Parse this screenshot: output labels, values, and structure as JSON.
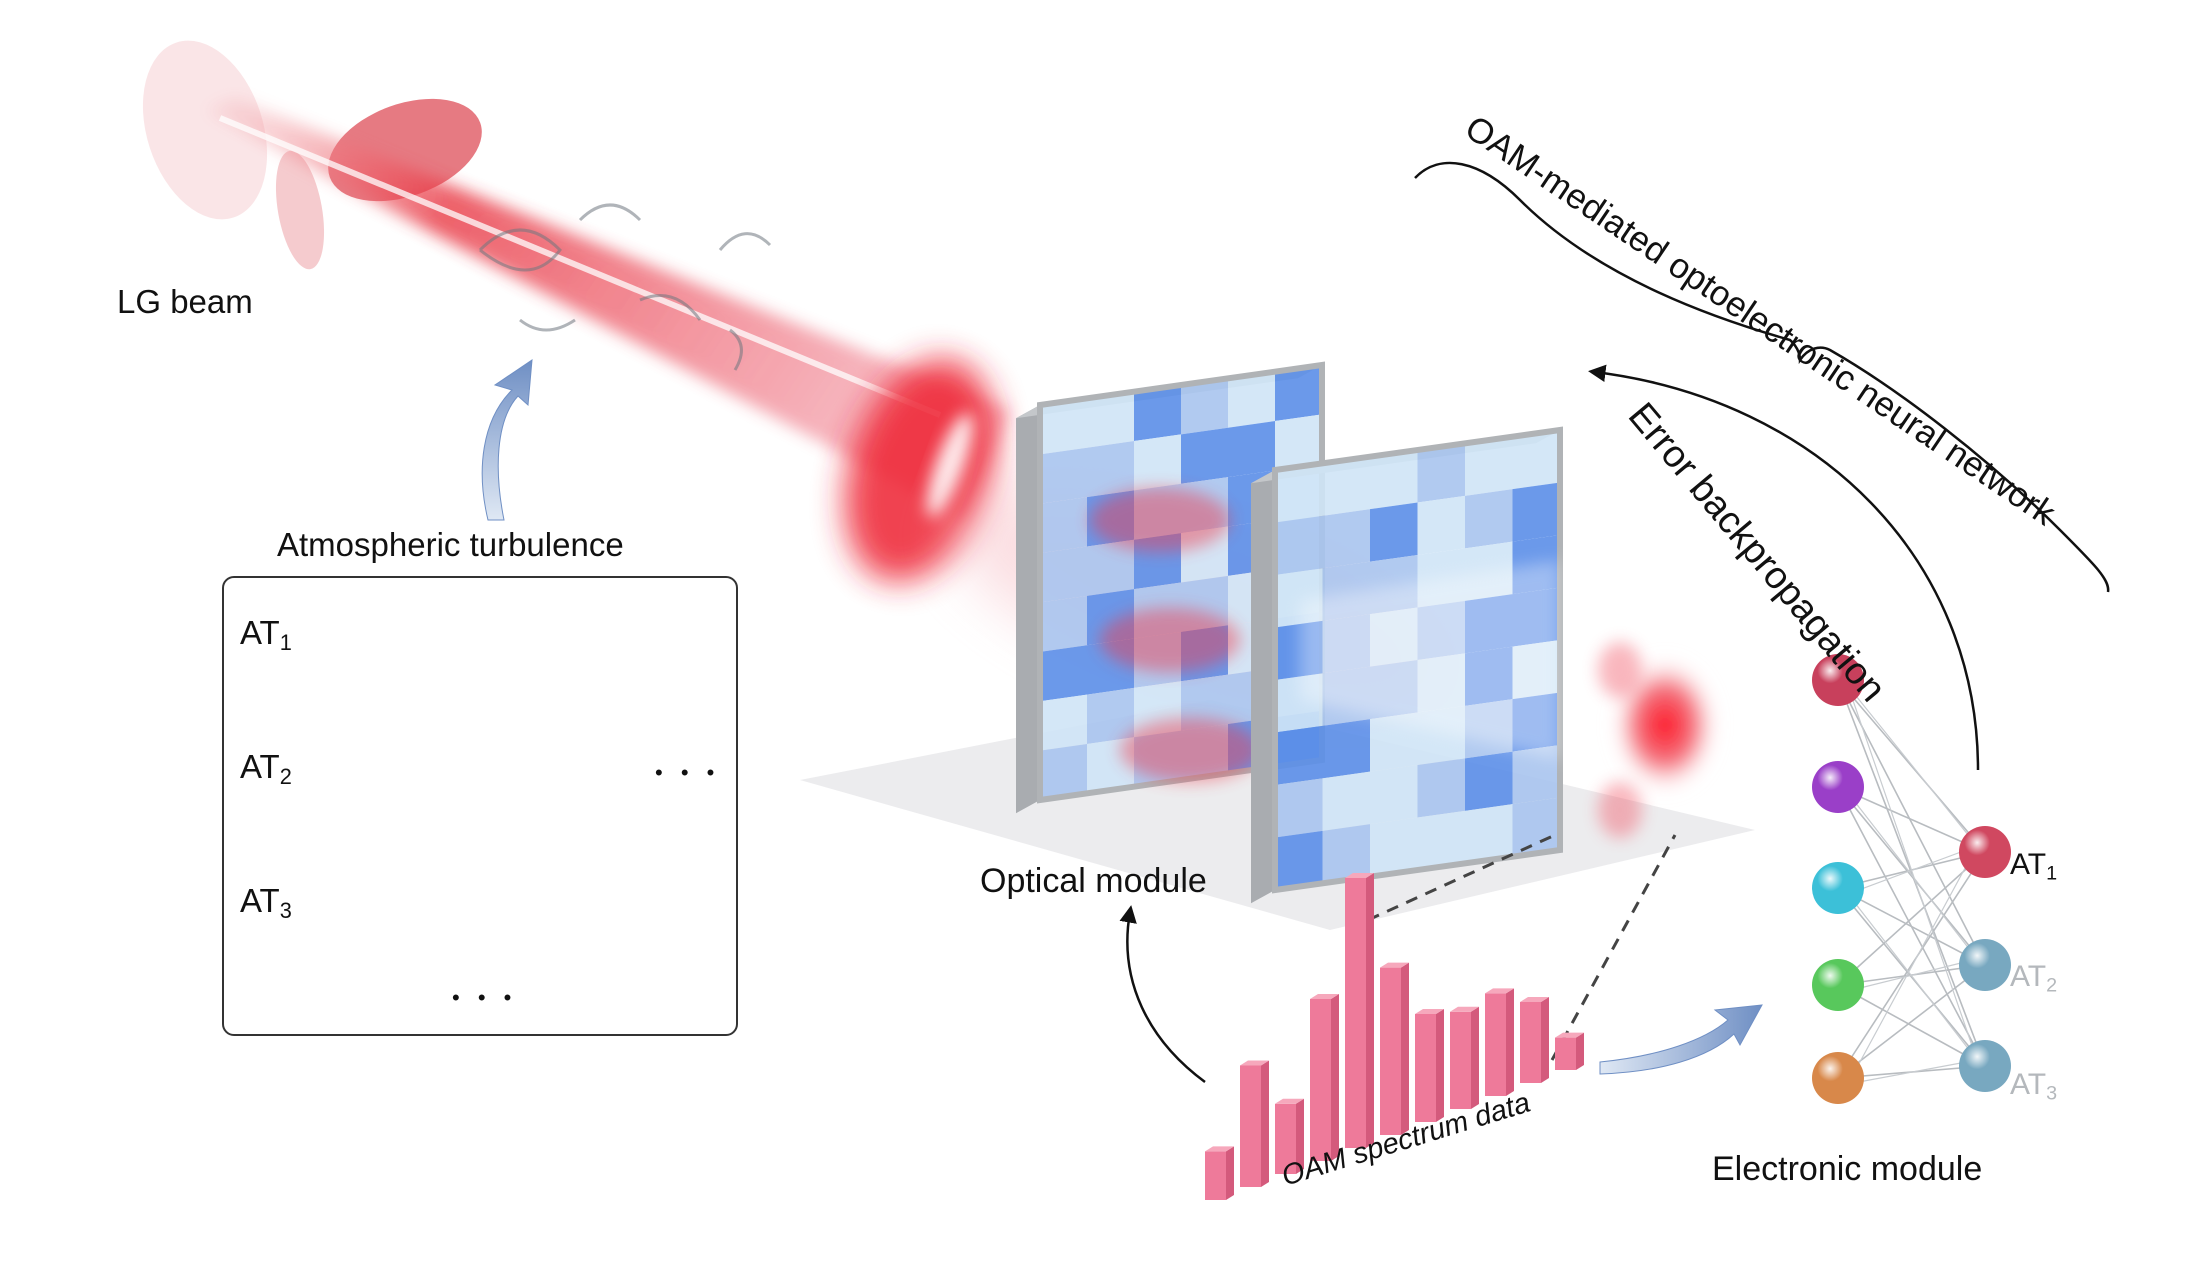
{
  "labels": {
    "lg_beam": "LG beam",
    "atmospheric_turbulence": "Atmospheric turbulence",
    "optical_module": "Optical module",
    "oam_spectrum_data": "OAM spectrum data",
    "electronic_module": "Electronic module",
    "error_backpropagation": "Error backpropagation",
    "network_title": "OAM-mediated optoelectronic neural network",
    "ellipsis": "• • •"
  },
  "turbulence_rows": [
    {
      "prefix": "AT",
      "sub": "1"
    },
    {
      "prefix": "AT",
      "sub": "2"
    },
    {
      "prefix": "AT",
      "sub": "3"
    }
  ],
  "output_nodes": [
    {
      "prefix": "AT",
      "sub": "1"
    },
    {
      "prefix": "AT",
      "sub": "2"
    },
    {
      "prefix": "AT",
      "sub": "3"
    }
  ],
  "oam_spectrum_bars": [
    0.18,
    0.45,
    0.26,
    0.6,
    1.0,
    0.62,
    0.4,
    0.36,
    0.38,
    0.3,
    0.12
  ],
  "input_node_colors": [
    "#c8405c",
    "#9a3fc8",
    "#3cc0d8",
    "#58c85c",
    "#d8884a"
  ],
  "output_node_colors": [
    "#d04860",
    "#78a8c0",
    "#78a8c0"
  ],
  "colors": {
    "beam": "#e8303c",
    "bars": "#ee7a9a",
    "mask_blue": "#5b8ee8",
    "mask_light": "#cfe4f6",
    "arrow_blue": "#7a98c8"
  }
}
